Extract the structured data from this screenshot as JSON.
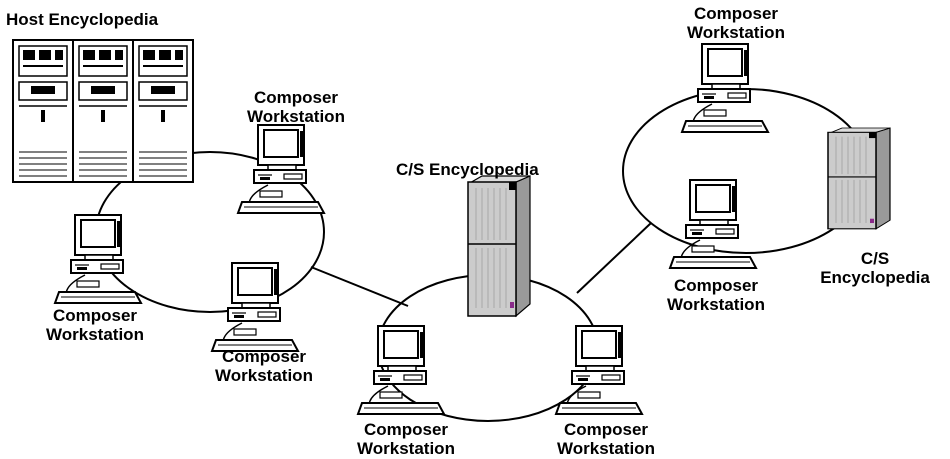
{
  "colors": {
    "line": "#000000",
    "server_face": "#cccccc",
    "server_shadow": "#9a9a9a",
    "screen": "#ffffff",
    "background": "#ffffff",
    "status_led": "#8a2b8a"
  },
  "icons": {
    "mainframe": "mainframe-server-icon",
    "tower": "tower-server-icon",
    "workstation": "desktop-computer-icon"
  },
  "labels": {
    "host": "Host Encyclopedia",
    "cs_center": "C/S Encyclopedia",
    "cs_right_line1": "C/S",
    "cs_right_line2": "Encyclopedia",
    "ws_line1": "Composer",
    "ws_line2": "Workstation"
  }
}
